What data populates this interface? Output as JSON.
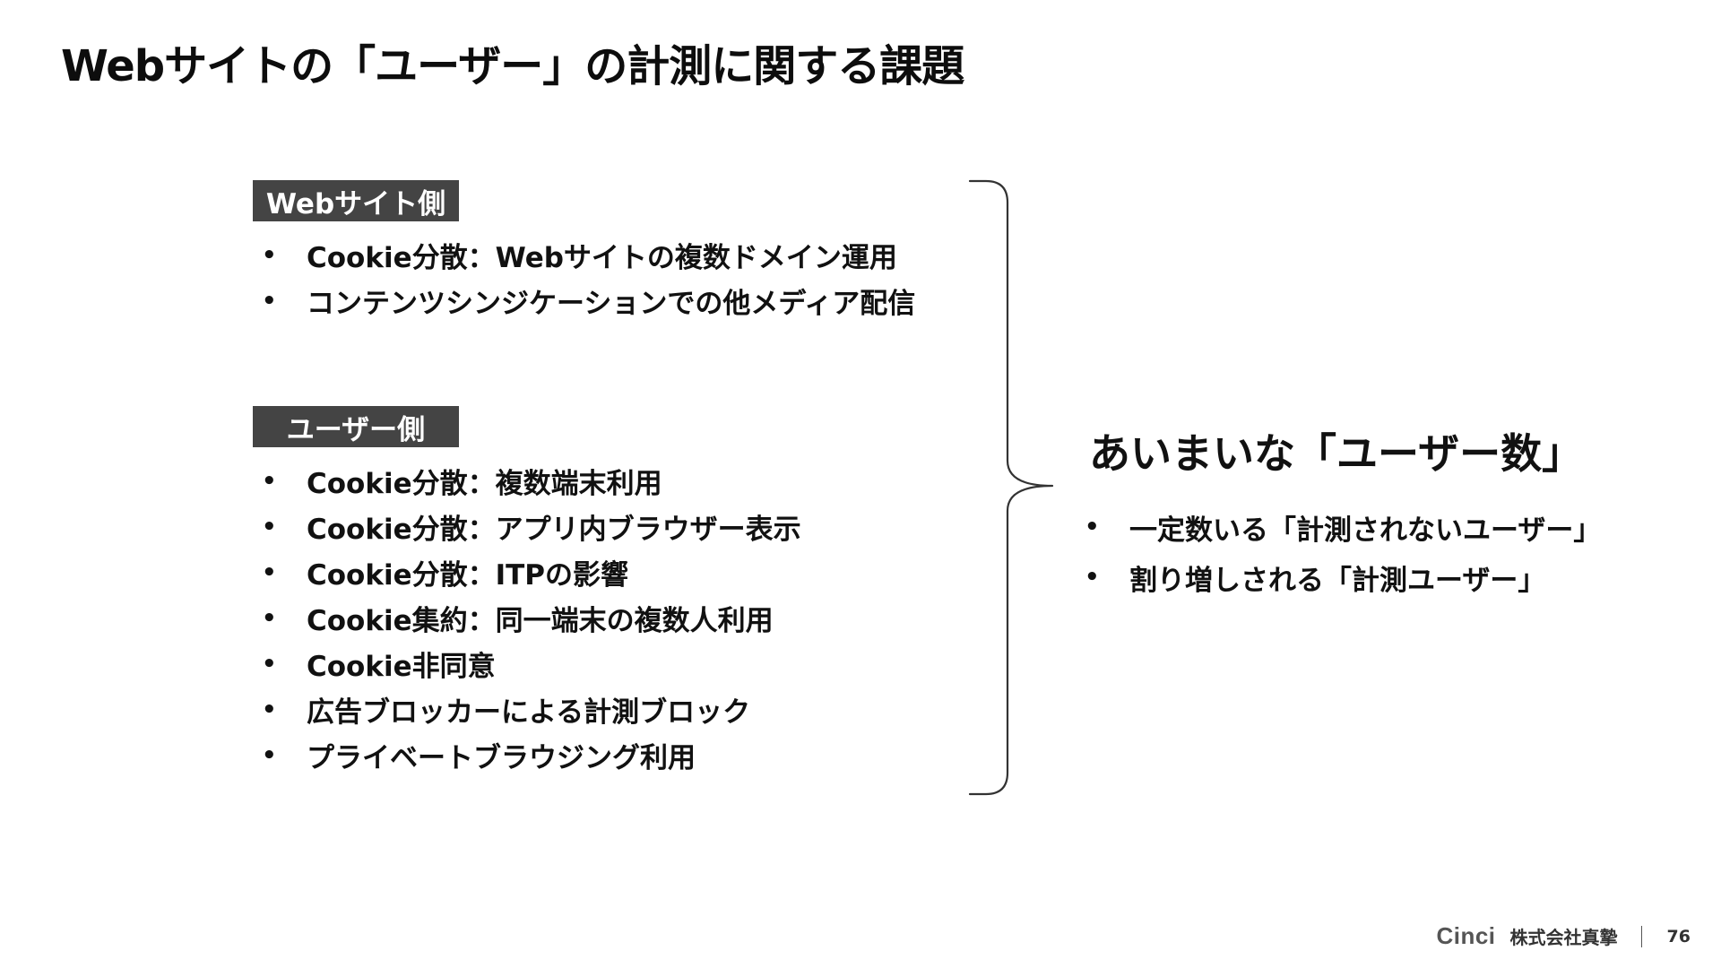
{
  "slide": {
    "title": "Webサイトの「ユーザー」の計測に関する課題"
  },
  "website_side": {
    "label": "Webサイト側",
    "items": [
      "Cookie分散：Webサイトの複数ドメイン運用",
      "コンテンツシンジケーションでの他メディア配信"
    ]
  },
  "user_side": {
    "label": "ユーザー側",
    "items": [
      "Cookie分散：複数端末利用",
      "Cookie分散：アプリ内ブラウザー表示",
      "Cookie分散：ITPの影響",
      "Cookie集約：同一端末の複数人利用",
      "Cookie非同意",
      "広告ブロッカーによる計測ブロック",
      "プライベートブラウジング利用"
    ]
  },
  "result": {
    "title": "あいまいな「ユーザー数」",
    "items": [
      "一定数いる「計測されないユーザー」",
      "割り増しされる「計測ユーザー」"
    ]
  },
  "footer": {
    "logo": "Cinci",
    "company": "株式会社真摯",
    "page_number": "76"
  },
  "colors": {
    "label_background": "#444444",
    "label_text": "#ffffff",
    "text": "#111111",
    "brace": "#333333"
  },
  "bullet_symbol": "•"
}
